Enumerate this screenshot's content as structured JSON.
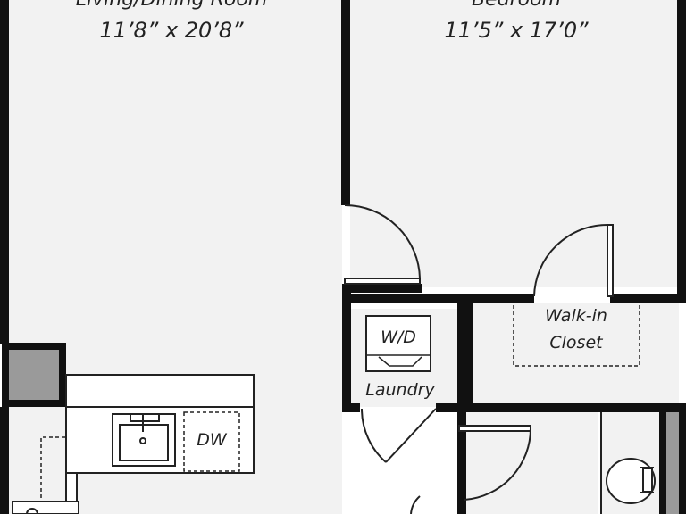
{
  "floorplan": {
    "rooms": {
      "living": {
        "name": "Living/Dining Room",
        "dimensions": "11’8” x 20’8”"
      },
      "bedroom": {
        "name": "Bedroom",
        "dimensions": "11’5” x 17’0”"
      },
      "closet": {
        "line1": "Walk-in",
        "line2": "Closet"
      },
      "laundry": {
        "name": "Laundry",
        "appliance": "W/D"
      },
      "kitchen": {
        "dishwasher": "DW"
      }
    },
    "colors": {
      "wall": "#111111",
      "floor": "#f2f2f2",
      "column": "#9a9a9a",
      "counter": "#ffffff",
      "line": "#222222"
    }
  }
}
